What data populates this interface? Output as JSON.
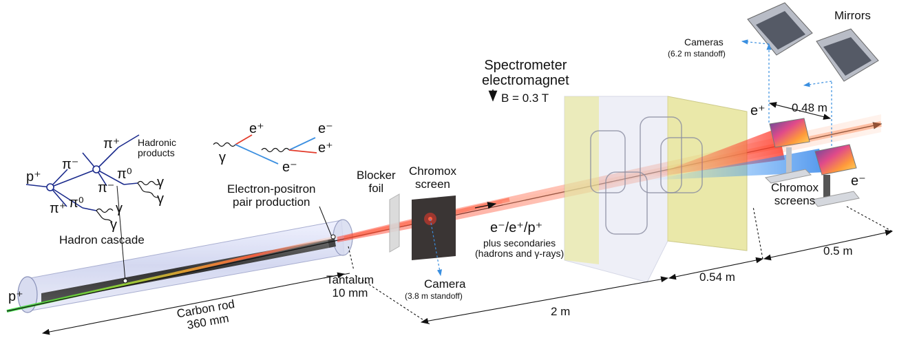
{
  "labels": {
    "hadronic_products": "Hadronic\nproducts",
    "p_plus_top": "p⁺",
    "pi_minus_1": "π⁻",
    "pi_plus_1": "π⁺",
    "pi_zero_1": "π⁰",
    "pi_minus_2": "π⁻",
    "pi_plus_2": "π⁺",
    "pi_zero_2": "π⁰",
    "gamma_1": "γ",
    "gamma_2": "γ",
    "gamma_3": "γ",
    "gamma_4": "γ",
    "hadron_cascade": "Hadron cascade",
    "gamma_pair": "γ",
    "e_plus_1": "e⁺",
    "e_minus_1": "e⁻",
    "e_plus_2": "e⁺",
    "e_minus_2": "e⁻",
    "pair_production": "Electron-positron\npair production",
    "blocker_foil": "Blocker\nfoil",
    "chromox_screen": "Chromox\nscreen",
    "camera": "Camera",
    "camera_standoff": "(3.8 m standoff)",
    "beam_content": "e⁻/e⁺/p⁺",
    "secondaries": "plus secondaries\n(hadrons and γ-rays)",
    "spectrometer": "Spectrometer\nelectromagnet",
    "field": "B = 0.3 T",
    "cameras": "Cameras",
    "cameras_standoff": "(6.2 m standoff)",
    "mirrors": "Mirrors",
    "e_plus_screen": "e⁺",
    "e_minus_screen": "e⁻",
    "chromox_screens": "Chromox\nscreens",
    "dist_048": "0.48 m",
    "dist_054": "0.54 m",
    "dist_05": "0.5 m",
    "dist_2": "2 m",
    "p_plus_beam": "p⁺",
    "tantalum": "Tantalum\n10 mm",
    "carbon_rod": "Carbon rod\n360 mm"
  },
  "colors": {
    "proton_beam": "#3fbf3f",
    "electron_blue": "#3b8fe0",
    "positron_red": "#e23a2a",
    "hadron_lines": "#1a2a8c",
    "magnet_yellow": "#e8e46a",
    "arrow_dashed_blue": "#3a8fe0"
  }
}
